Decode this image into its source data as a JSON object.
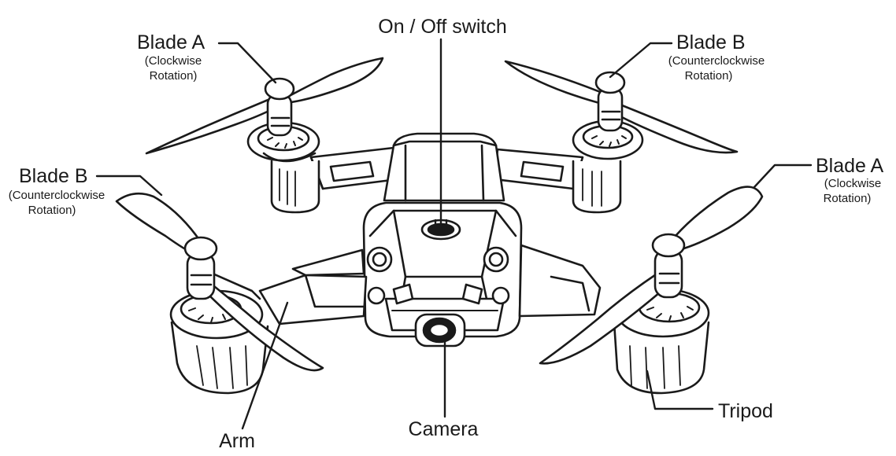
{
  "diagram": {
    "labels": {
      "on_off_switch": "On / Off switch",
      "blade_a_top_left": {
        "name": "Blade A",
        "note_line1": "(Clockwise",
        "note_line2": "Rotation)"
      },
      "blade_b_top_right": {
        "name": "Blade B",
        "note_line1": "(Counterclockwise",
        "note_line2": "Rotation)"
      },
      "blade_b_left": {
        "name": "Blade B",
        "note_line1": "(Counterclockwise",
        "note_line2": "Rotation)"
      },
      "blade_a_right": {
        "name": "Blade A",
        "note_line1": "(Clockwise",
        "note_line2": "Rotation)"
      },
      "camera": "Camera",
      "arm": "Arm",
      "tripod": "Tripod"
    },
    "colors": {
      "line": "#1a1a1a",
      "fill": "#ffffff",
      "shade": "#e8e8e8"
    }
  }
}
